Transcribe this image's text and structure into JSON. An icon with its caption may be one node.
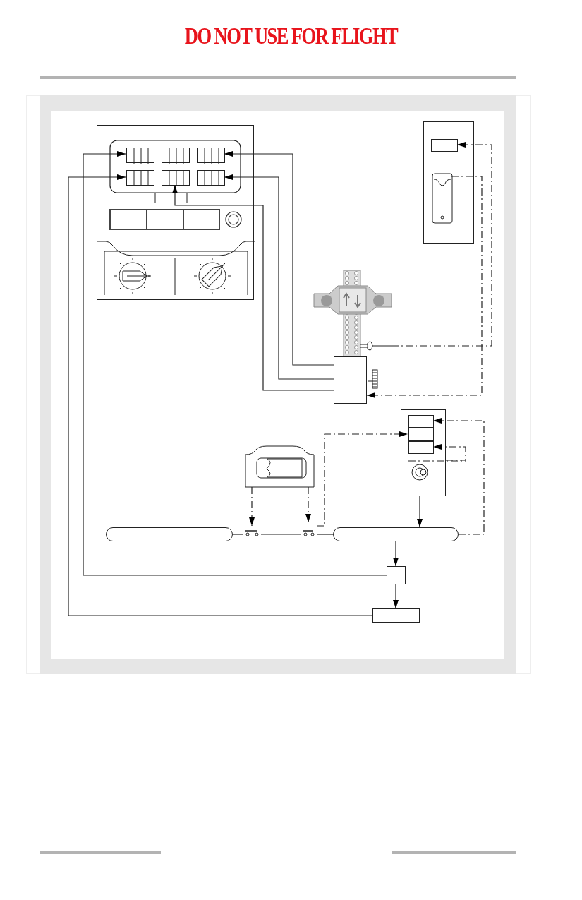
{
  "diagram": {
    "title": "DO NOT USE FOR FLIGHT",
    "nodes": [
      {
        "text": [],
        "shape": "box"
      },
      {
        "text": [],
        "shape": "box",
        "in": 0
      },
      {
        "text": [],
        "shape": "box",
        "in": 0
      },
      {
        "text": [],
        "shape": "box",
        "in": 0
      },
      {
        "text": [],
        "shape": "box",
        "in": 0
      },
      {
        "text": [],
        "shape": "box",
        "in": 0
      },
      {
        "text": [],
        "shape": "box",
        "in": 0
      },
      {
        "text": [],
        "shape": "box"
      },
      {
        "text": [],
        "shape": "box",
        "in": 7
      },
      {
        "text": [],
        "shape": "picture",
        "in": 7
      },
      {
        "text": [],
        "shape": "picture"
      },
      {
        "text": [],
        "shape": "box"
      },
      {
        "text": [],
        "shape": "box"
      },
      {
        "text": [],
        "shape": "box",
        "in": 12
      },
      {
        "text": [],
        "shape": "box",
        "in": 12
      },
      {
        "text": [],
        "shape": "box",
        "in": 12
      },
      {
        "text": [],
        "shape": "picture"
      },
      {
        "text": [],
        "shape": "bar"
      },
      {
        "text": [],
        "shape": "switch"
      },
      {
        "text": [],
        "shape": "switch"
      },
      {
        "text": [],
        "shape": "bar"
      },
      {
        "text": [],
        "shape": "box"
      },
      {
        "text": [],
        "shape": "box"
      }
    ],
    "edges": [
      {
        "from": 11,
        "to": 3,
        "arrow": "to"
      },
      {
        "from": 11,
        "to": 6,
        "arrow": "to"
      },
      {
        "from": 11,
        "to": 5,
        "arrow": "to"
      },
      {
        "from": 10,
        "to": 8,
        "arrow": "to",
        "style": "dashed"
      },
      {
        "from": 9,
        "to": 11,
        "arrow": "to",
        "style": "dashed"
      },
      {
        "from": 16,
        "to": 18,
        "arrow": "to",
        "style": "dashed"
      },
      {
        "from": 16,
        "to": 19,
        "arrow": "to",
        "style": "dashed"
      },
      {
        "from": 19,
        "to": 14,
        "arrow": "to",
        "style": "dashed"
      },
      {
        "from": 20,
        "to": 13,
        "arrow": "to",
        "style": "dashed"
      },
      {
        "from": 12,
        "to": 15,
        "arrow": "to",
        "style": "dashed"
      },
      {
        "from": 12,
        "to": 20,
        "arrow": "to"
      },
      {
        "from": 17,
        "to": 18,
        "arrow": "none"
      },
      {
        "from": 18,
        "to": 19,
        "arrow": "none"
      },
      {
        "from": 19,
        "to": 20,
        "arrow": "none"
      },
      {
        "from": 20,
        "to": 21,
        "arrow": "to"
      },
      {
        "from": 21,
        "to": 22,
        "arrow": "to"
      },
      {
        "from": 21,
        "to": 1,
        "arrow": "to"
      },
      {
        "from": 22,
        "to": 4,
        "arrow": "to"
      }
    ]
  }
}
